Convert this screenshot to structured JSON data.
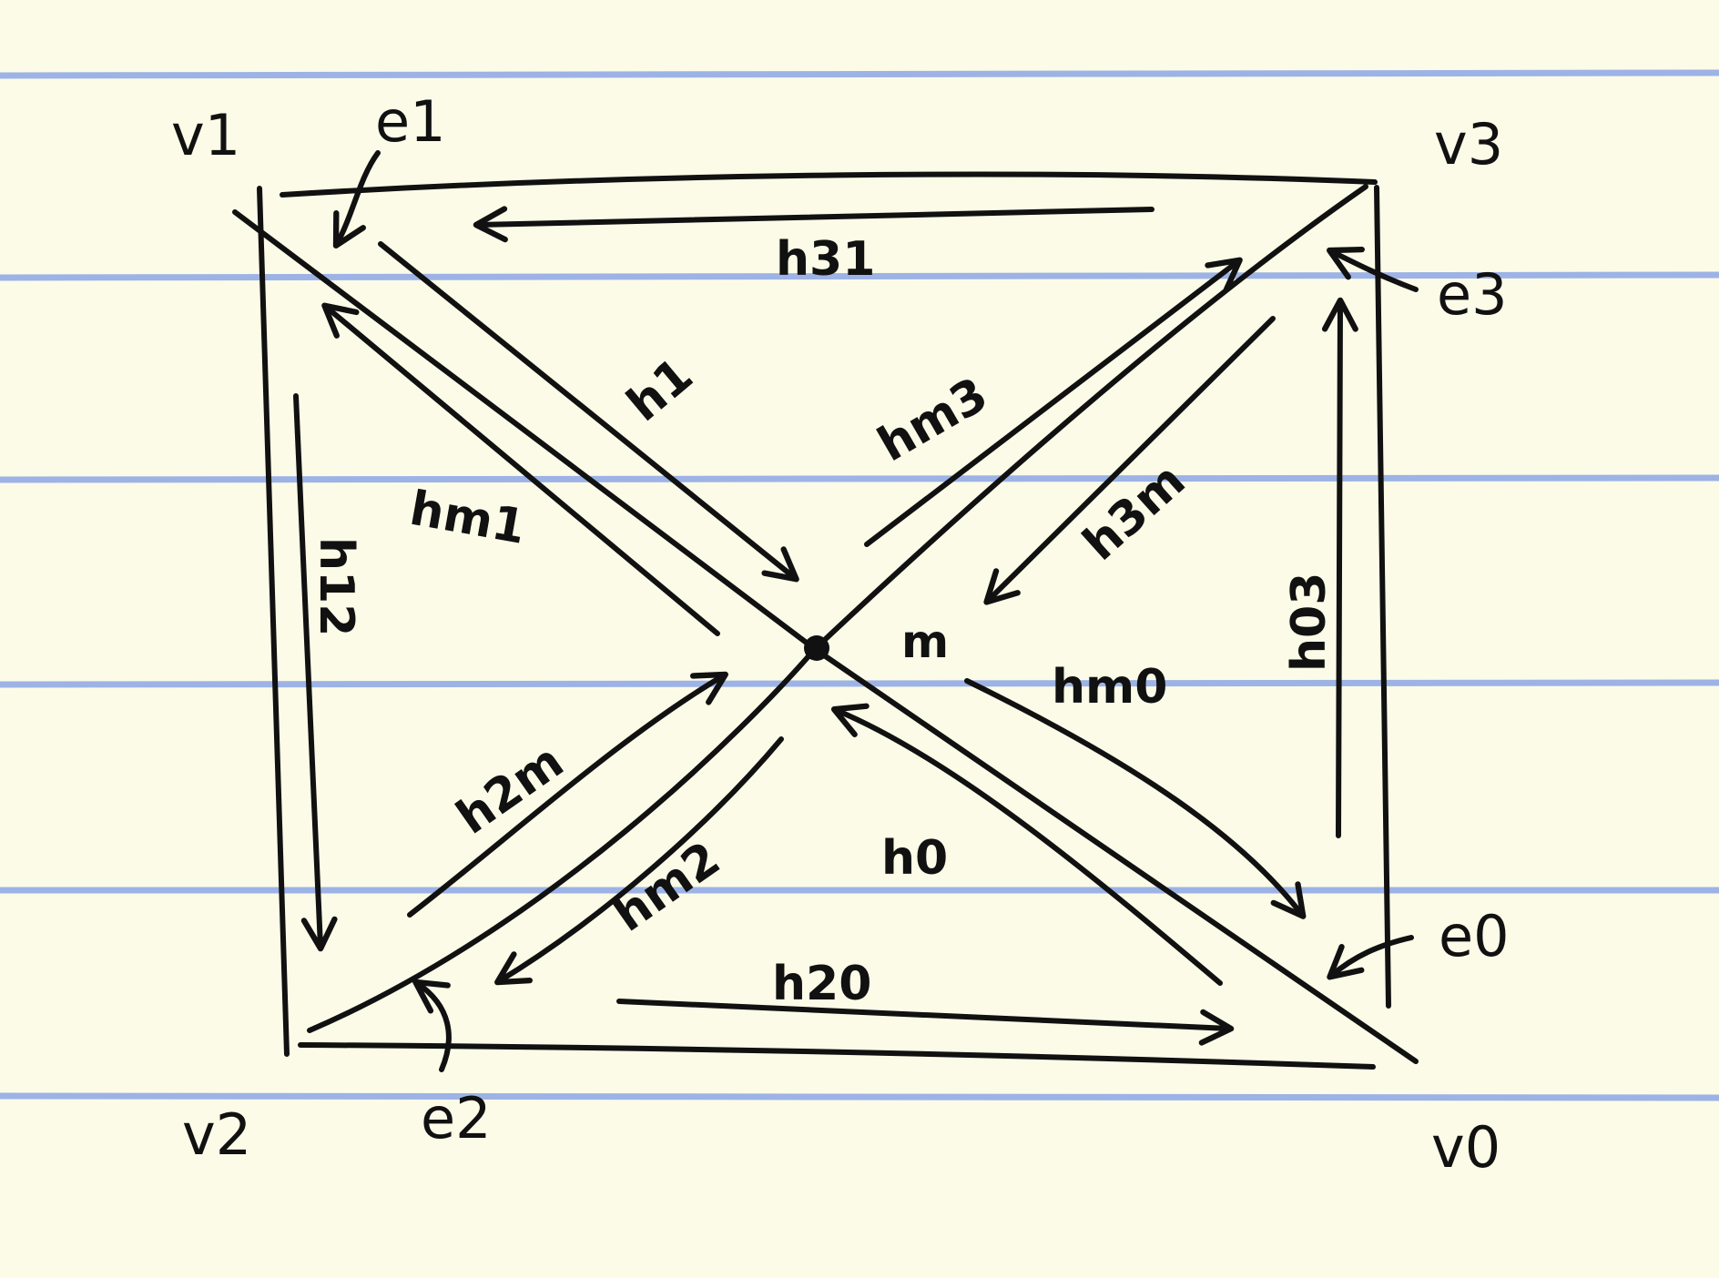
{
  "paper": {
    "background": "#fbfbe8",
    "rule_color": "#9db3e6",
    "ink_color": "#111111"
  },
  "vertices": {
    "v0": "v0",
    "v1": "v1",
    "v2": "v2",
    "v3": "v3",
    "m": "m"
  },
  "edges": {
    "e0": "e0",
    "e1": "e1",
    "e2": "e2",
    "e3": "e3"
  },
  "halfedges": {
    "h31": "h31",
    "h1": "h1",
    "hm1": "hm1",
    "h12": "h12",
    "hm3": "hm3",
    "h3m": "h3m",
    "h03": "h03",
    "hm0": "hm0",
    "h2m": "h2m",
    "hm2": "hm2",
    "h0": "h0",
    "h20": "h20"
  }
}
